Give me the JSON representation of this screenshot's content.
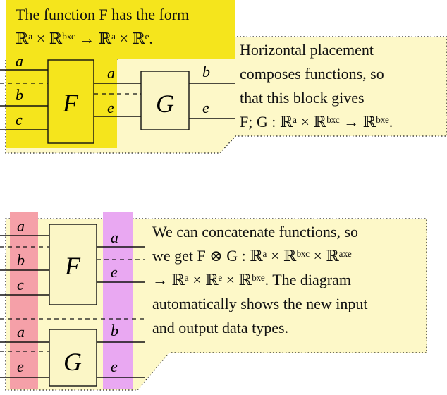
{
  "top": {
    "note_line1": "The function F has the form",
    "note_line2": "ℝᵃ × ℝᵇˣᶜ → ℝᵃ × ℝᵉ.",
    "caption_lines": [
      "Horizontal placement",
      "composes functions, so",
      "that this block gives",
      "F; G : ℝᵃ × ℝᵇˣᶜ → ℝᵇˣᵉ."
    ],
    "block_f": "F",
    "block_g": "G",
    "in_labels": [
      "a",
      "b",
      "c"
    ],
    "mid_labels": [
      "a",
      "e"
    ],
    "out_labels": [
      "b",
      "e"
    ]
  },
  "bottom": {
    "caption_lines": [
      "We can concatenate functions, so",
      "we get F ⊗ G : ℝᵃ × ℝᵇˣᶜ × ℝᵃˣᵉ",
      "→ ℝᵃ × ℝᵉ × ℝᵇˣᵉ. The diagram",
      "automatically shows the new input",
      "and output data types."
    ],
    "block_f": "F",
    "block_g": "G",
    "in_labels": [
      "a",
      "b",
      "c",
      "a",
      "e"
    ],
    "out_labels": [
      "a",
      "e",
      "b",
      "e"
    ]
  },
  "colors": {
    "note_yellow": "#f5e51c",
    "pale_yellow": "#fdf8c8",
    "block_fill": "#fbf6c6",
    "red_band": "#f5a0a8",
    "purple_band": "#e9a8f2",
    "pink_text": "#f08a9a",
    "magenta_text": "#c13ad6"
  }
}
